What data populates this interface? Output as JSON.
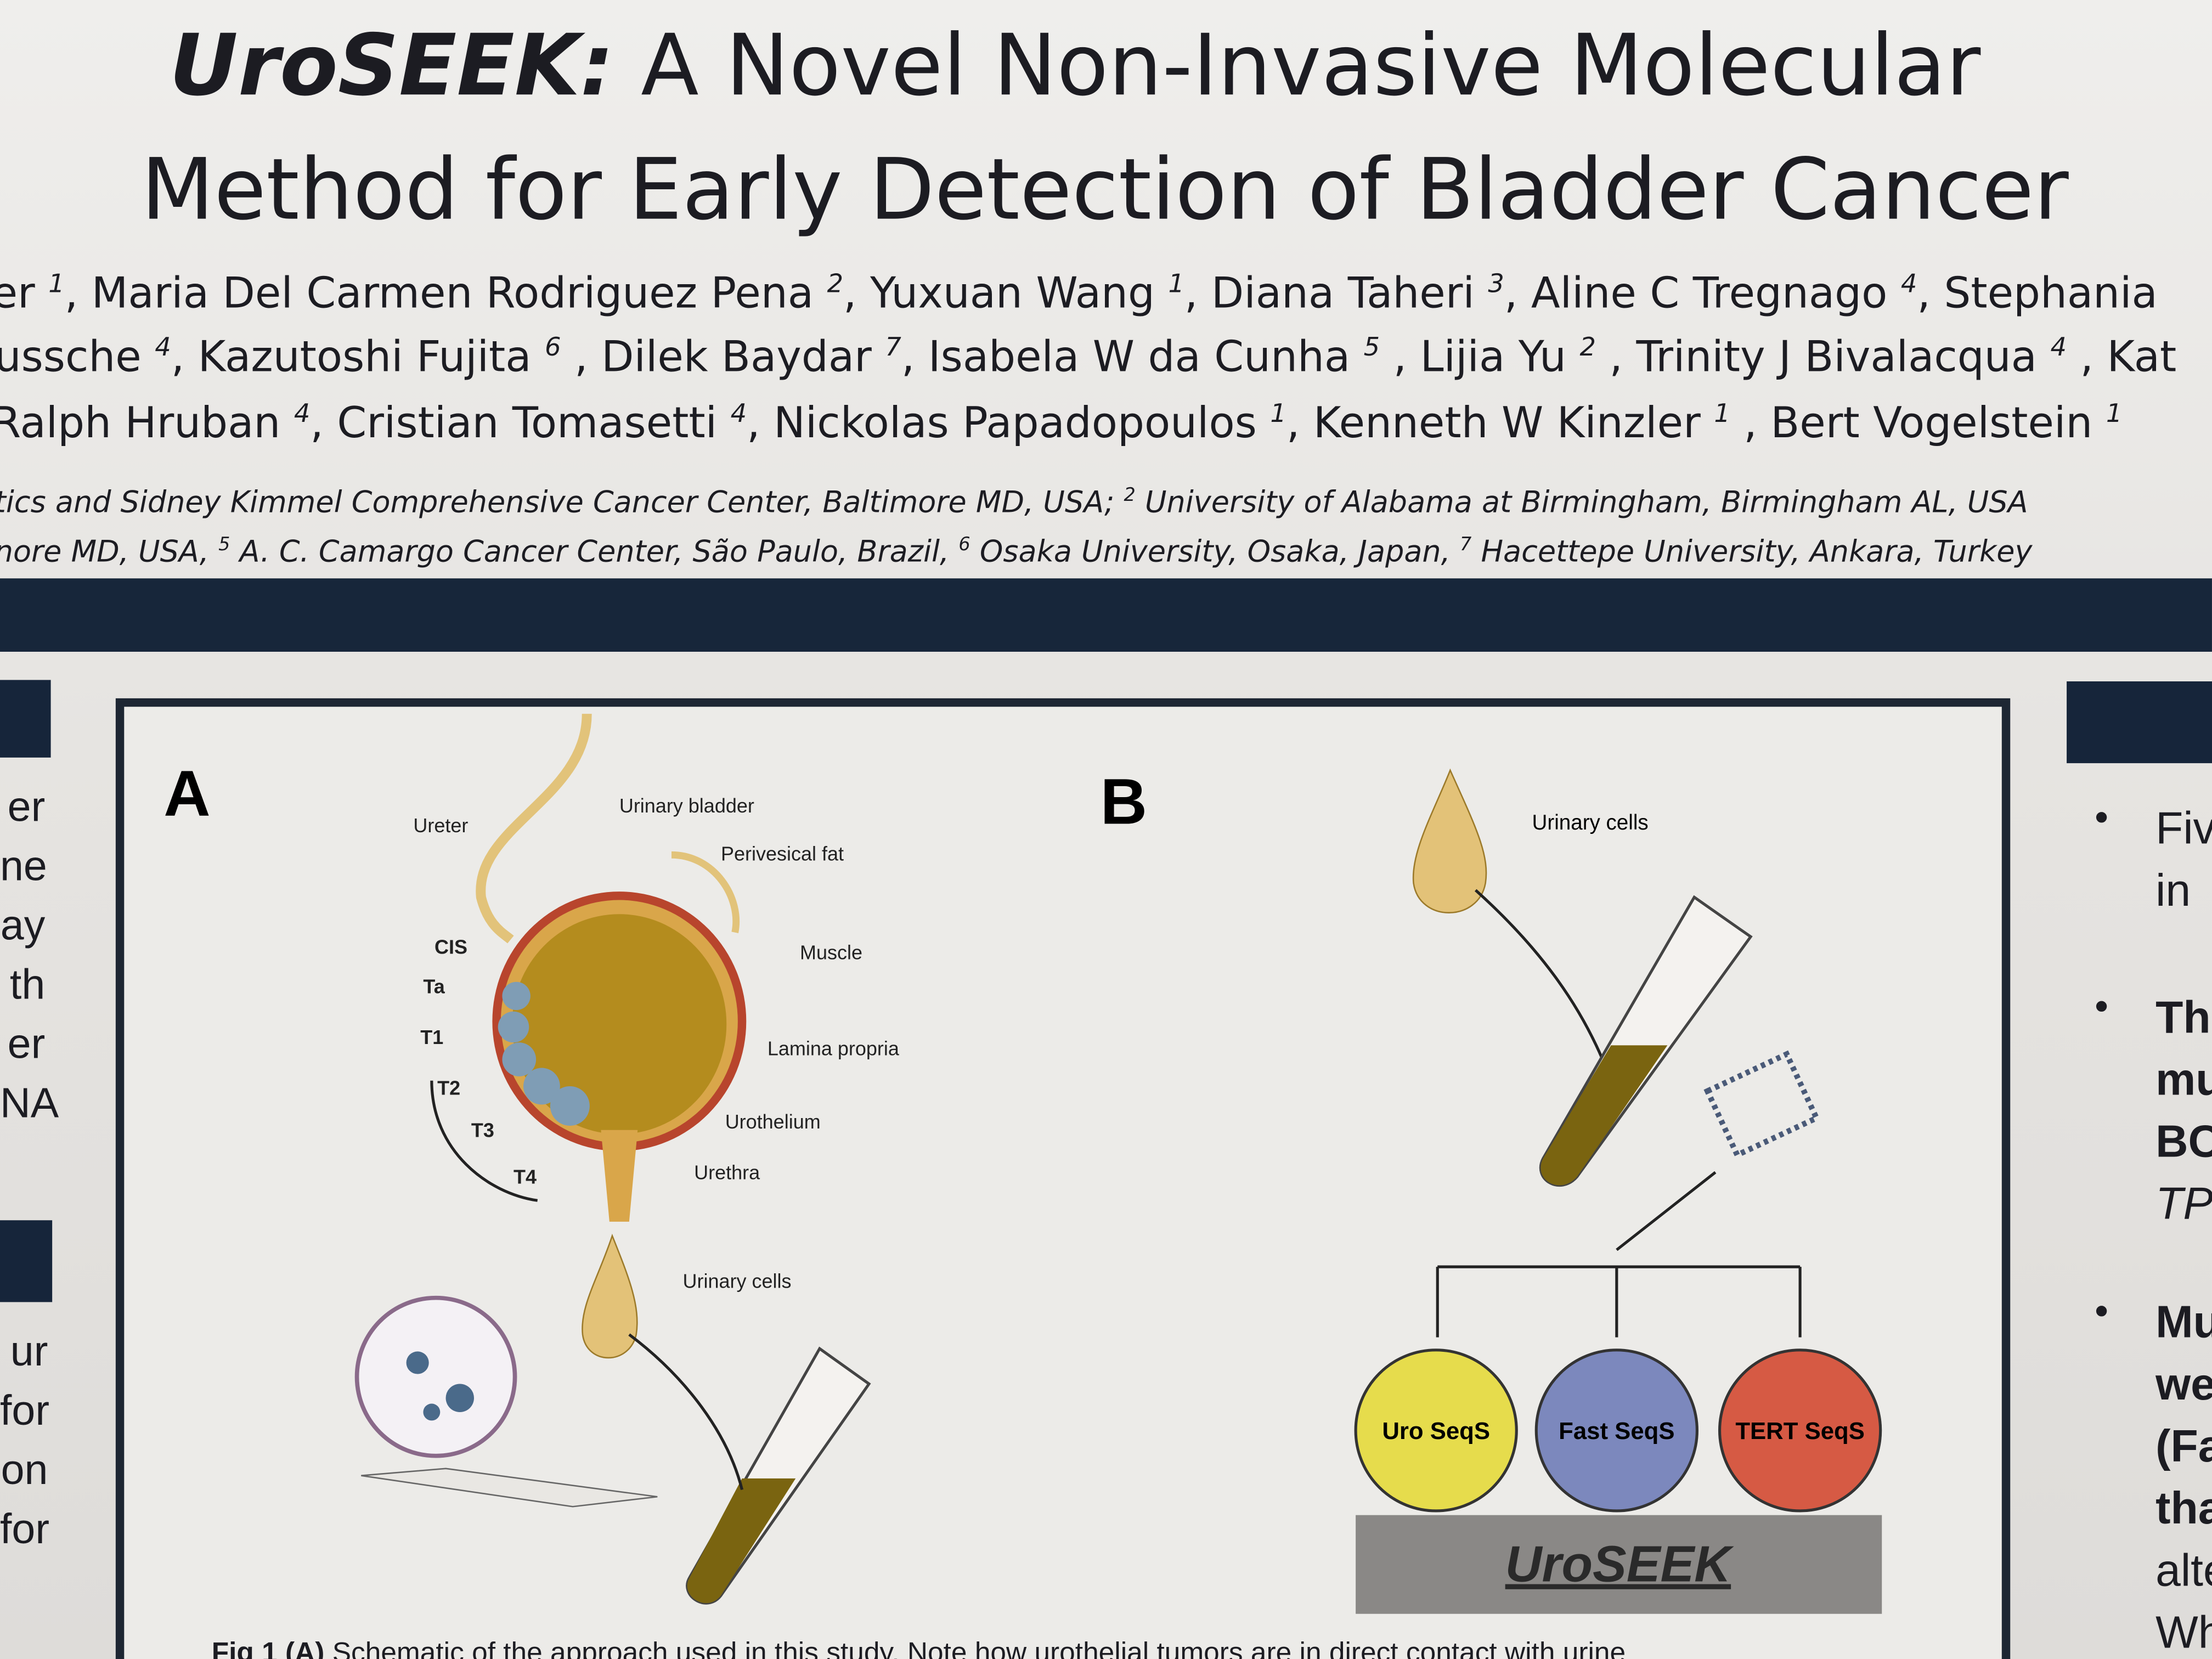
{
  "title": {
    "brand": "UroSEEK:",
    "line1": " A Novel Non-Invasive Molecular",
    "line2": "Method for Early Detection of Bladder Cancer"
  },
  "author_lines": [
    {
      "parts": [
        "er ",
        "1",
        ", Maria Del Carmen Rodriguez Pena ",
        "2",
        ", Yuxuan Wang ",
        "1",
        ", Diana Taheri ",
        "3",
        ", Aline C Tregnago ",
        "4",
        ", Stephania"
      ]
    },
    {
      "parts": [
        "ussche ",
        "4",
        ", Kazutoshi Fujita ",
        "6",
        " , Dilek Baydar ",
        "7",
        ", Isabela W da Cunha ",
        "5",
        " , Lijia Yu ",
        "2",
        " ,  Trinity J Bivalacqua ",
        "4",
        " , Kat"
      ]
    },
    {
      "parts": [
        "Ralph Hruban ",
        "4",
        ", Cristian Tomasetti ",
        "4",
        ",  Nickolas Papadopoulos ",
        "1",
        ",  Kenneth W Kinzler ",
        "1",
        " , Bert Vogelstein ",
        "1"
      ]
    }
  ],
  "affiliations": [
    {
      "parts": [
        "tics and Sidney Kimmel Comprehensive Cancer Center, Baltimore MD, USA; ",
        "2",
        " University of Alabama at Birmingham, Birmingham AL, USA"
      ]
    },
    {
      "parts": [
        "nore MD, USA, ",
        "5",
        " A. C. Camargo Cancer Center, São Paulo, Brazil, ",
        "6",
        " Osaka University, Osaka, Japan, ",
        "7",
        " Hacettepe University, Ankara, Turkey"
      ]
    }
  ],
  "left_column": {
    "block1": [
      "er",
      "ne",
      "ay",
      "th",
      "er",
      "NA"
    ],
    "block2": [
      "ur",
      "for",
      "on",
      "for"
    ]
  },
  "right_column": {
    "bullets": [
      {
        "lines": [
          "Fiv",
          "in"
        ],
        "bold": false
      },
      {
        "lines": [
          "Th",
          "mu",
          "BC"
        ],
        "bold": true,
        "extra": "TP"
      },
      {
        "lines": [
          "Mu",
          "we",
          "(Fa",
          "tha"
        ],
        "bold": true,
        "extra2": [
          "alte",
          "Wh"
        ]
      }
    ]
  },
  "figure": {
    "panel_a": {
      "label": "A",
      "labels": {
        "ureter": "Ureter",
        "bladder": "Urinary bladder",
        "fat": "Perivesical fat",
        "muscle": "Muscle",
        "lamina": "Lamina propria",
        "urothelium": "Urothelium",
        "urethra": "Urethra",
        "cis": "CIS",
        "ta": "Ta",
        "t1": "T1",
        "t2": "T2",
        "t3": "T3",
        "t4": "T4",
        "cells": "Urinary cells"
      }
    },
    "panel_b": {
      "label": "B",
      "cells": "Urinary cells",
      "assays": [
        {
          "label": "Uro SeqS",
          "color": "#e6dc4c"
        },
        {
          "label": "Fast SeqS",
          "color": "#7c88bd"
        },
        {
          "label": "TERT SeqS",
          "color": "#d65a44"
        }
      ],
      "platform": "UroSEEK"
    },
    "caption_bold": "Fig 1 (A)",
    "caption": " Schematic of the approach used in this study. Note how urothelial tumors are in direct contact with urine"
  },
  "colors": {
    "navy": "#17263a",
    "urine": "#c9a23a",
    "bladder_wall": "#b8452d"
  }
}
